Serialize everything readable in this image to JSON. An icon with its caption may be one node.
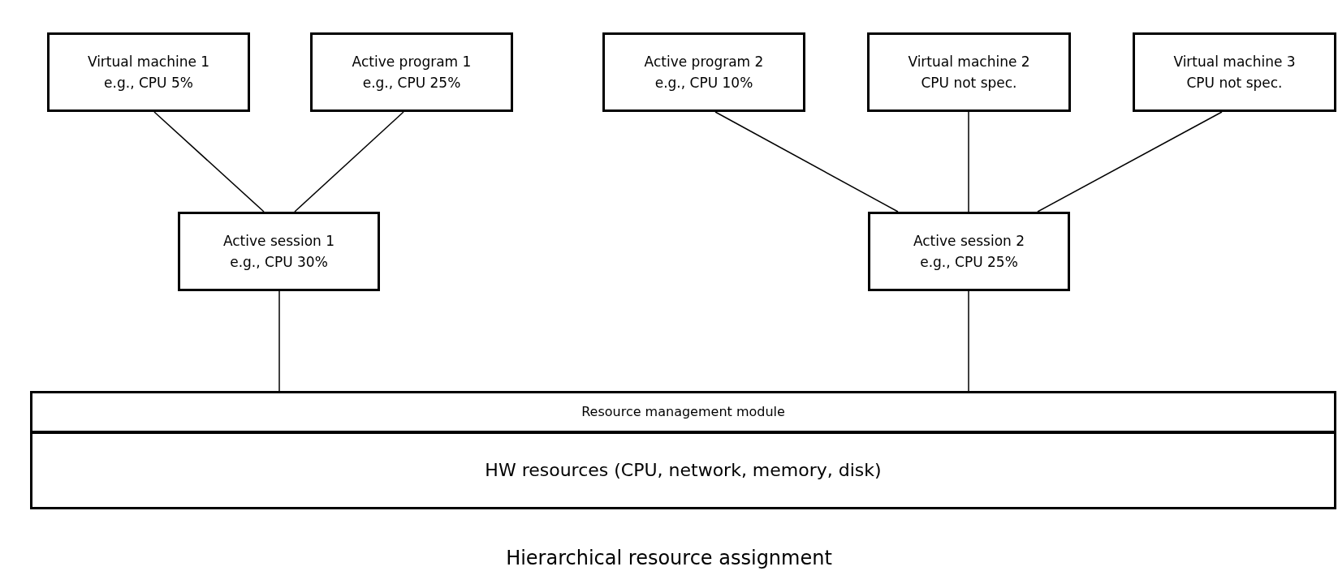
{
  "diagram": {
    "caption": "Hierarchical resource assignment",
    "nodes": [
      {
        "text": [
          "Virtual machine 1",
          "e.g., CPU 5%"
        ]
      },
      {
        "text": [
          "Active program 1",
          "e.g., CPU 25%"
        ]
      },
      {
        "text": [
          "Active program 2",
          "e.g., CPU 10%"
        ]
      },
      {
        "text": [
          "Virtual machine 2",
          "CPU not spec."
        ]
      },
      {
        "text": [
          "Virtual machine 3",
          "CPU not spec."
        ]
      },
      {
        "text": [
          "Active session 1",
          "e.g., CPU 30%"
        ]
      },
      {
        "text": [
          "Active session 2",
          "e.g., CPU 25%"
        ]
      },
      {
        "text": [
          "Resource management module"
        ]
      },
      {
        "text": [
          "HW resources (CPU, network, memory, disk)"
        ]
      }
    ],
    "edges": [
      {
        "from": 0,
        "to": 5,
        "arrow": "none"
      },
      {
        "from": 1,
        "to": 5,
        "arrow": "none"
      },
      {
        "from": 2,
        "to": 6,
        "arrow": "none"
      },
      {
        "from": 3,
        "to": 6,
        "arrow": "none"
      },
      {
        "from": 4,
        "to": 6,
        "arrow": "none"
      },
      {
        "from": 5,
        "to": 7,
        "arrow": "none"
      },
      {
        "from": 6,
        "to": 7,
        "arrow": "none"
      }
    ]
  }
}
